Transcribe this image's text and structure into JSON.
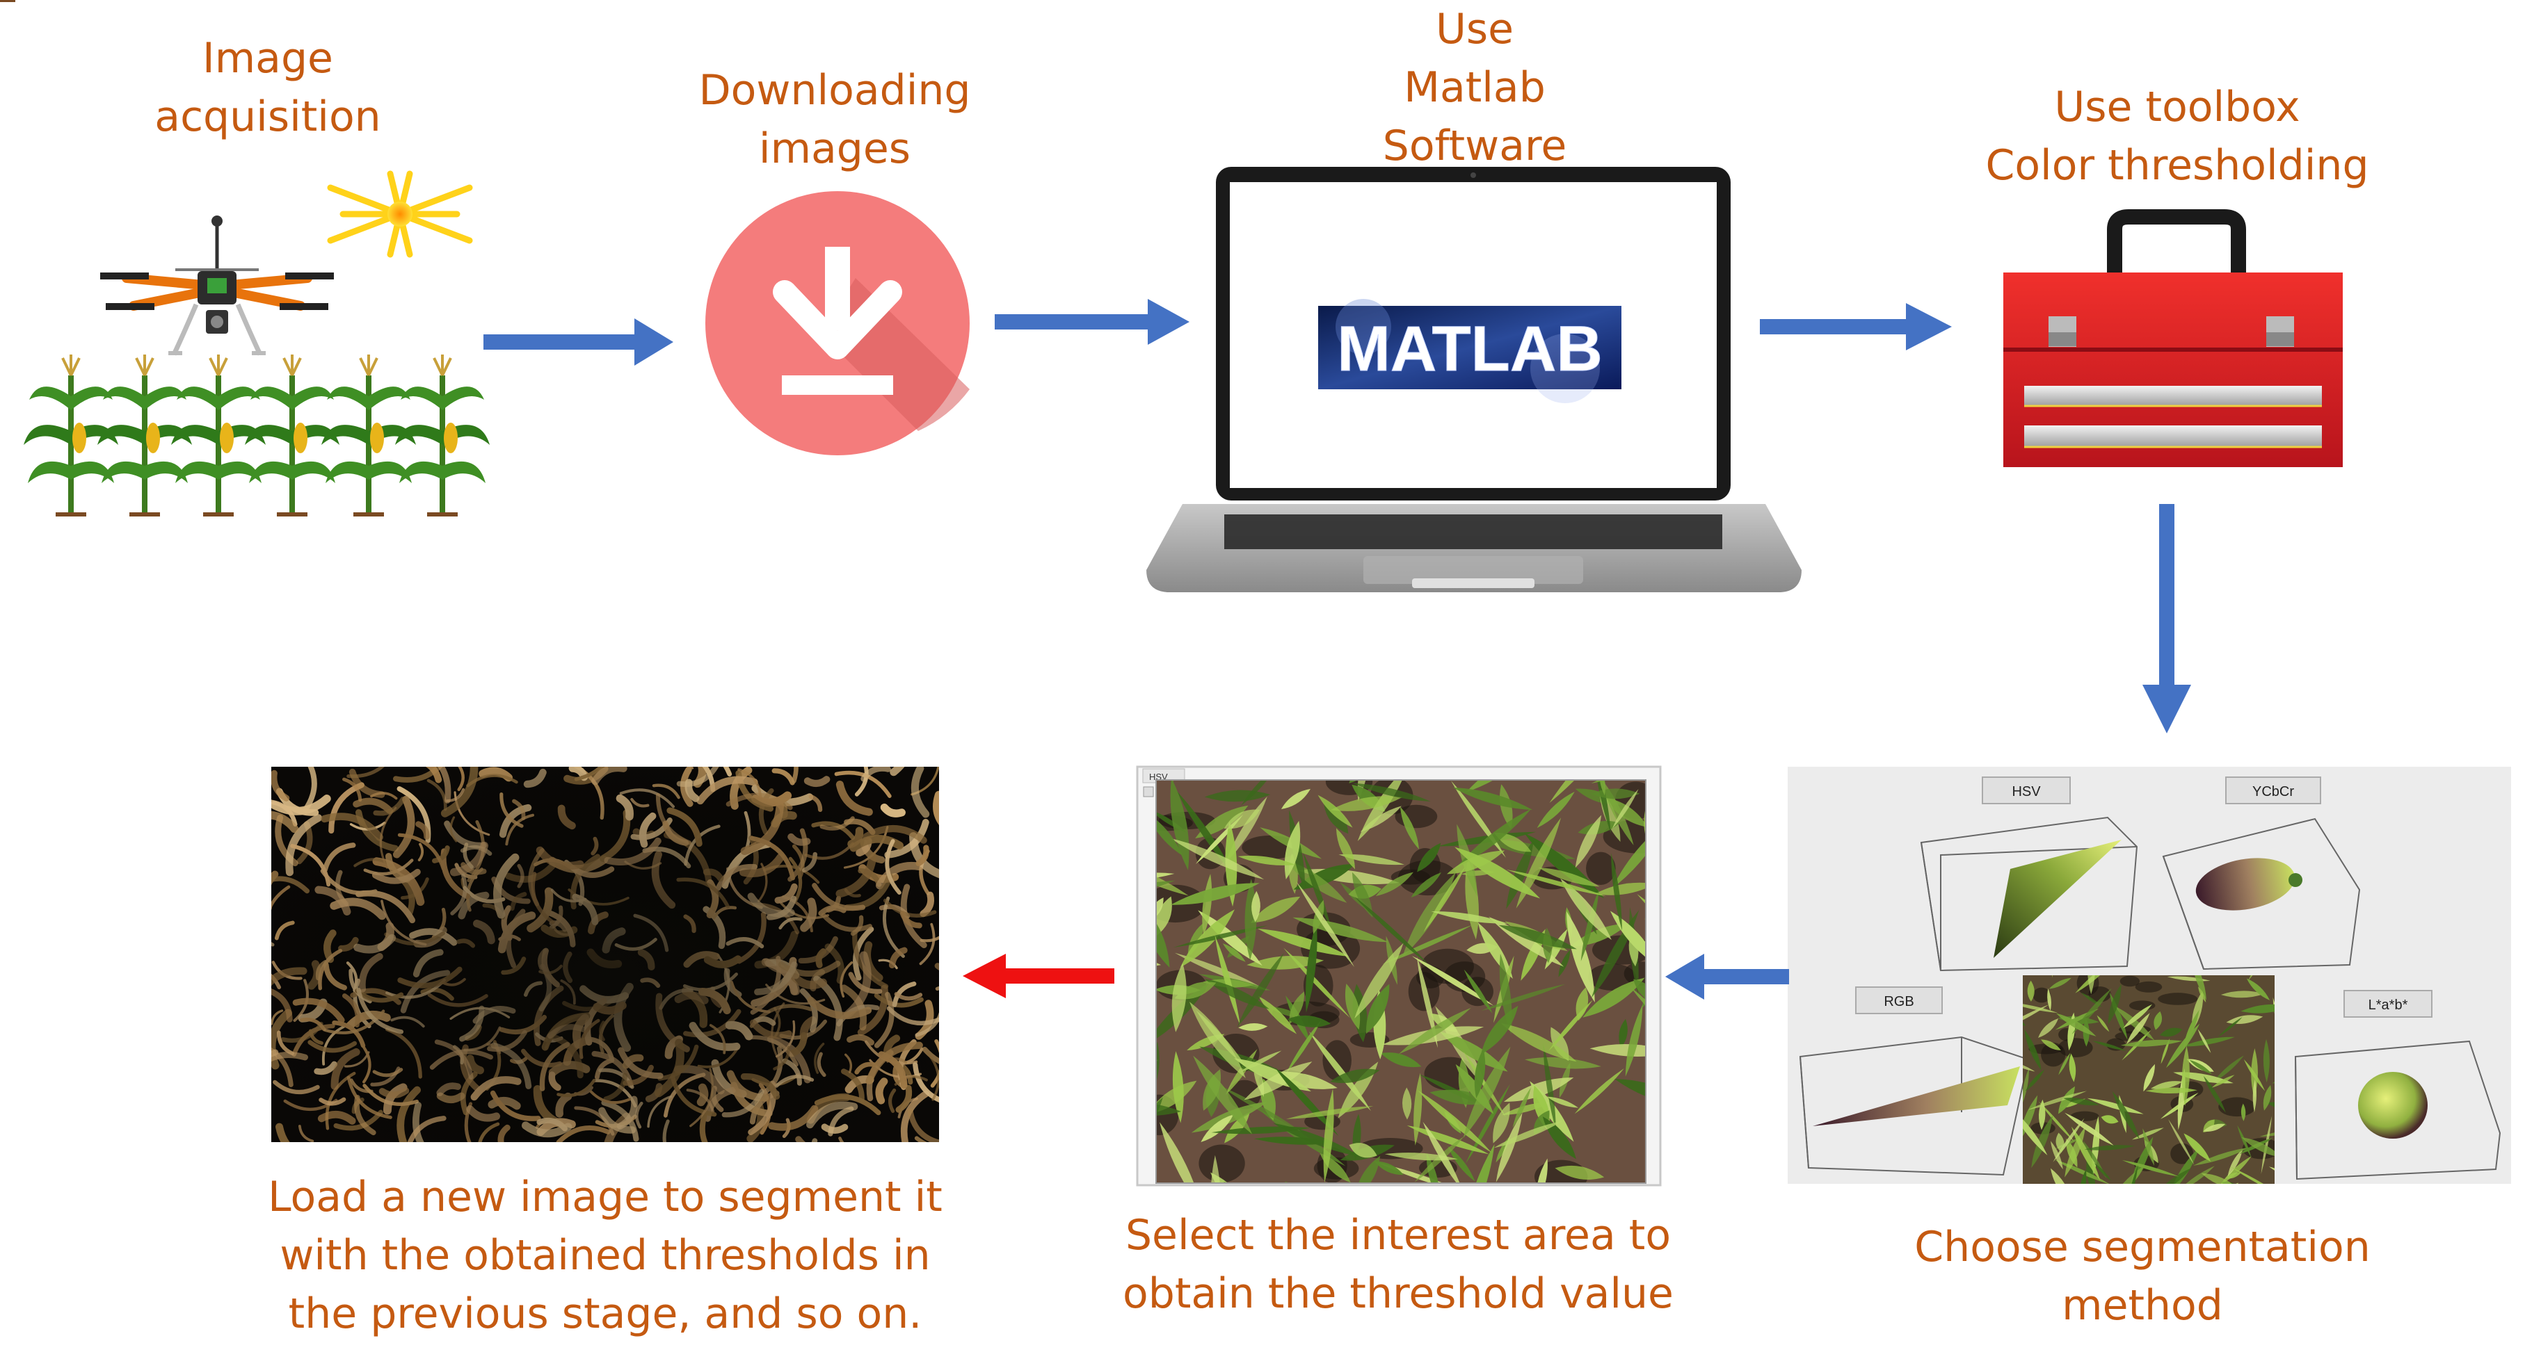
{
  "steps": [
    {
      "id": "acquisition",
      "lines": [
        "Image",
        "acquisition"
      ]
    },
    {
      "id": "download",
      "lines": [
        "Downloading",
        "images"
      ]
    },
    {
      "id": "matlab",
      "lines": [
        "Use",
        "Matlab",
        "Software"
      ]
    },
    {
      "id": "toolbox",
      "lines": [
        "Use toolbox",
        "Color thresholding"
      ]
    },
    {
      "id": "choose",
      "lines": [
        "Choose segmentation",
        "method"
      ]
    },
    {
      "id": "select",
      "lines": [
        "Select the interest area to",
        "obtain the threshold value"
      ]
    },
    {
      "id": "load",
      "lines": [
        "Load a new image to segment it",
        "with the obtained thresholds in",
        "the previous stage, and so on."
      ]
    }
  ],
  "logo_text": "MATLAB",
  "select_tab": "HSV",
  "color_spaces": [
    "HSV",
    "YCbCr",
    "RGB",
    "L*a*b*"
  ],
  "colors": {
    "label": "#c55a11",
    "arrow": "#4472c4",
    "arrow_last": "#ee1111",
    "download_circle": "#f47c7c",
    "toolbox": "#e0202a"
  }
}
